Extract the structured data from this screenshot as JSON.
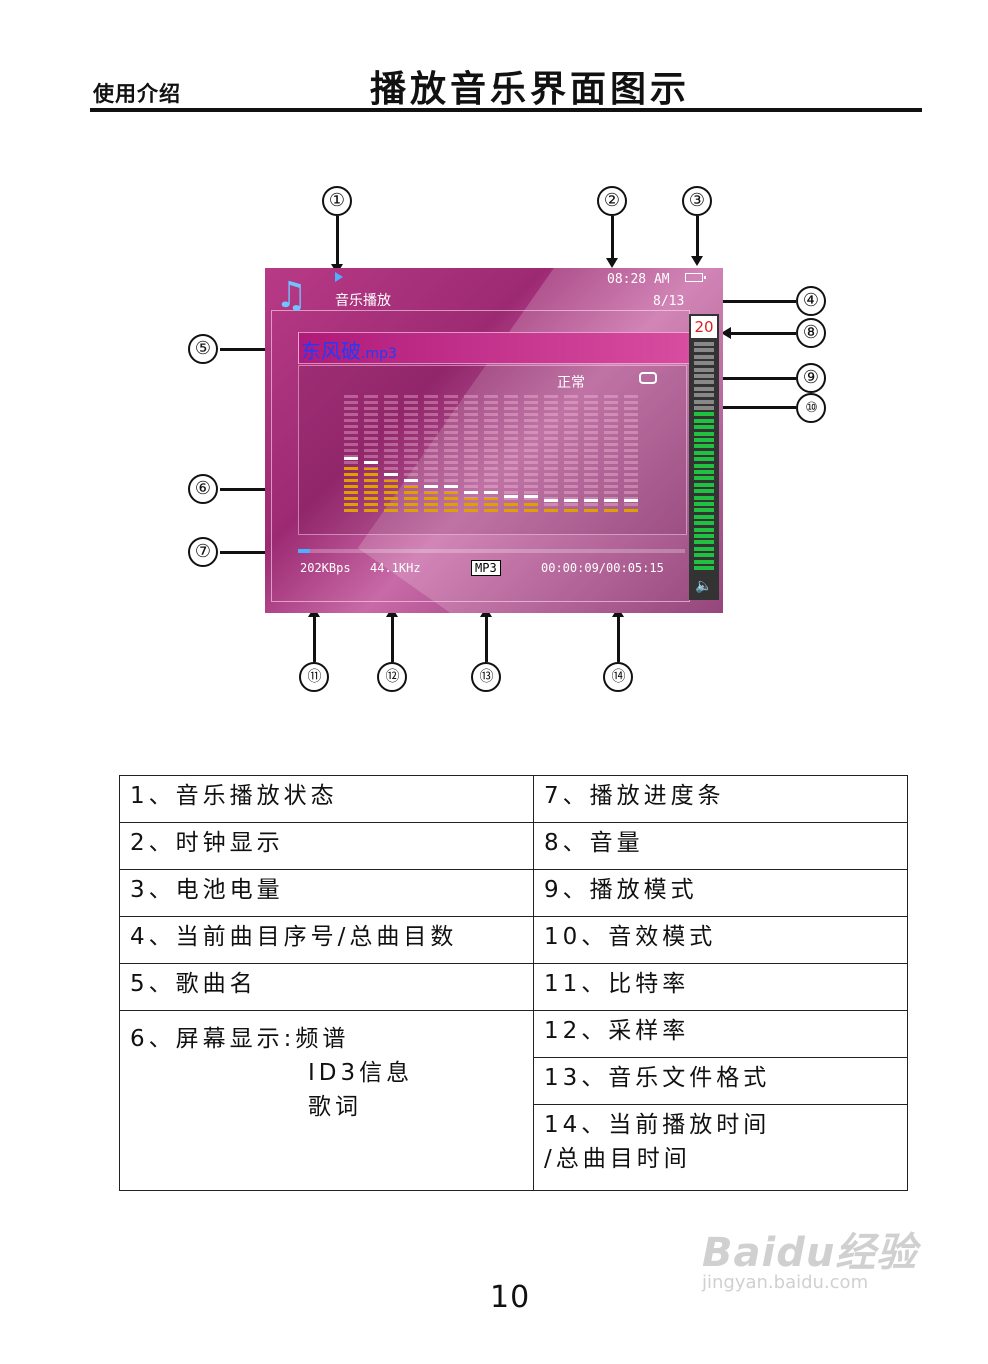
{
  "header": {
    "section": "使用介绍",
    "title": "播放音乐界面图示"
  },
  "callouts": [
    "①",
    "②",
    "③",
    "④",
    "⑤",
    "⑥",
    "⑦",
    "⑧",
    "⑨",
    "⑩",
    "⑪",
    "⑫",
    "⑬",
    "⑭"
  ],
  "screen": {
    "title": "音乐播放",
    "clock": "08:28 AM",
    "track_index": "8/13",
    "song_name": "东风破",
    "song_ext": ".mp3",
    "eq_mode": "正常",
    "volume": "20",
    "volume_level": 0.7,
    "progress": 0.03,
    "bitrate": "202KBps",
    "sample_rate": "44.1KHz",
    "format": "MP3",
    "time": "00:00:09/00:05:15",
    "spectrum_levels": [
      0.4,
      0.37,
      0.27,
      0.22,
      0.17,
      0.17,
      0.12,
      0.12,
      0.08,
      0.08,
      0.05,
      0.05,
      0.05,
      0.05,
      0.05
    ],
    "colors": {
      "accent": "#4ab0ff",
      "spectrum": "#e0a000",
      "volume_on": "#22c040",
      "volume_off": "#888888"
    }
  },
  "legend": {
    "left": [
      "1、音乐播放状态",
      "2、时钟显示",
      "3、电池电量",
      "4、当前曲目序号/总曲目数",
      "5、歌曲名"
    ],
    "item6": {
      "label": "6、屏幕显示:频谱",
      "sub1": "ID3信息",
      "sub2": "歌词"
    },
    "right": [
      "7、播放进度条",
      "8、音量",
      "9、播放模式",
      "10、音效模式",
      "11、比特率",
      "12、采样率",
      "13、音乐文件格式"
    ],
    "item14": {
      "line1": "14、当前播放时间",
      "line2": "/总曲目时间"
    }
  },
  "page_number": "10",
  "watermark": {
    "logo": "Baidu经验",
    "url": "jingyan.baidu.com"
  }
}
